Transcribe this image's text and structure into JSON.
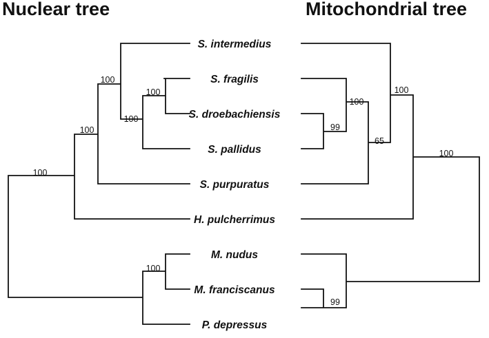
{
  "titles": {
    "left": "Nuclear tree",
    "right": "Mitochondrial tree"
  },
  "taxa": [
    "S. intermedius",
    "S. fragilis",
    "S. droebachiensis",
    "S. pallidus",
    "S. purpuratus",
    "H. pulcherrimus",
    "M. nudus",
    "M. franciscanus",
    "P. depressus"
  ],
  "nuclear_tree": {
    "newick": "((((S. intermedius,((S. fragilis,S. droebachiensis)100,S. pallidus)100)100,S. purpuratus)100,H. pulcherrimus)100,((M. nudus,M. franciscanus)100,P. depressus));",
    "support_values": [
      "100",
      "100",
      "100",
      "100",
      "100",
      "100"
    ]
  },
  "mitochondrial_tree": {
    "newick": "((((S. intermedius,((S. fragilis,(S. droebachiensis,S. pallidus)99)100,S. purpuratus)65)100,H. pulcherrimus)100,(M. nudus,(M. franciscanus,P. depressus)99));",
    "support_values": [
      "99",
      "100",
      "65",
      "100",
      "100",
      "99"
    ]
  }
}
